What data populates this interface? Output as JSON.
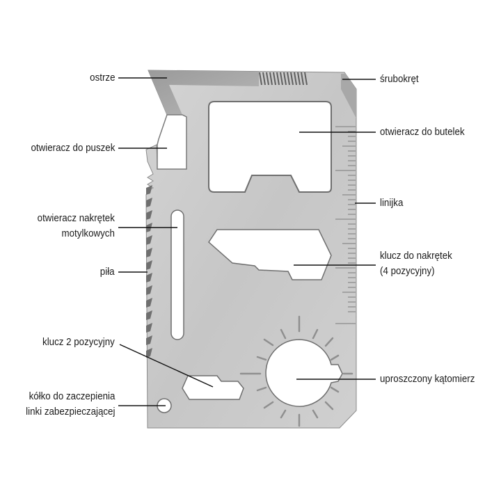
{
  "diagram": {
    "subject": "multitool credit card",
    "colors": {
      "background": "#ffffff",
      "steel": "#c9c9c9",
      "steel_light": "#dedede",
      "steel_dark": "#8e8e8e",
      "edge": "#777777",
      "leader_line": "#111111",
      "text": "#1a1a1a"
    },
    "labels_left": [
      {
        "id": "ostrze",
        "lines": [
          "ostrze"
        ]
      },
      {
        "id": "otwieracz-do-puszek",
        "lines": [
          "otwieracz do puszek"
        ]
      },
      {
        "id": "otwieracz-nakretek-motylkowych",
        "lines": [
          "otwieracz nakrętek",
          "motylkowych"
        ]
      },
      {
        "id": "pila",
        "lines": [
          "piła"
        ]
      },
      {
        "id": "klucz-2-pozycyjny",
        "lines": [
          "klucz 2 pozycyjny"
        ]
      },
      {
        "id": "kolko-do-zaczepienia",
        "lines": [
          "kółko do zaczepienia",
          "linki zabezpieczającej"
        ]
      }
    ],
    "labels_right": [
      {
        "id": "srubokret",
        "lines": [
          "śrubokręt"
        ]
      },
      {
        "id": "otwieracz-do-butelek",
        "lines": [
          "otwieracz do butelek"
        ]
      },
      {
        "id": "linijka",
        "lines": [
          "linijka"
        ]
      },
      {
        "id": "klucz-do-nakretek",
        "lines": [
          "klucz do nakrętek",
          "(4 pozycyjny)"
        ]
      },
      {
        "id": "uproszczony-katomierz",
        "lines": [
          "uproszczony kątomierz"
        ]
      }
    ]
  }
}
